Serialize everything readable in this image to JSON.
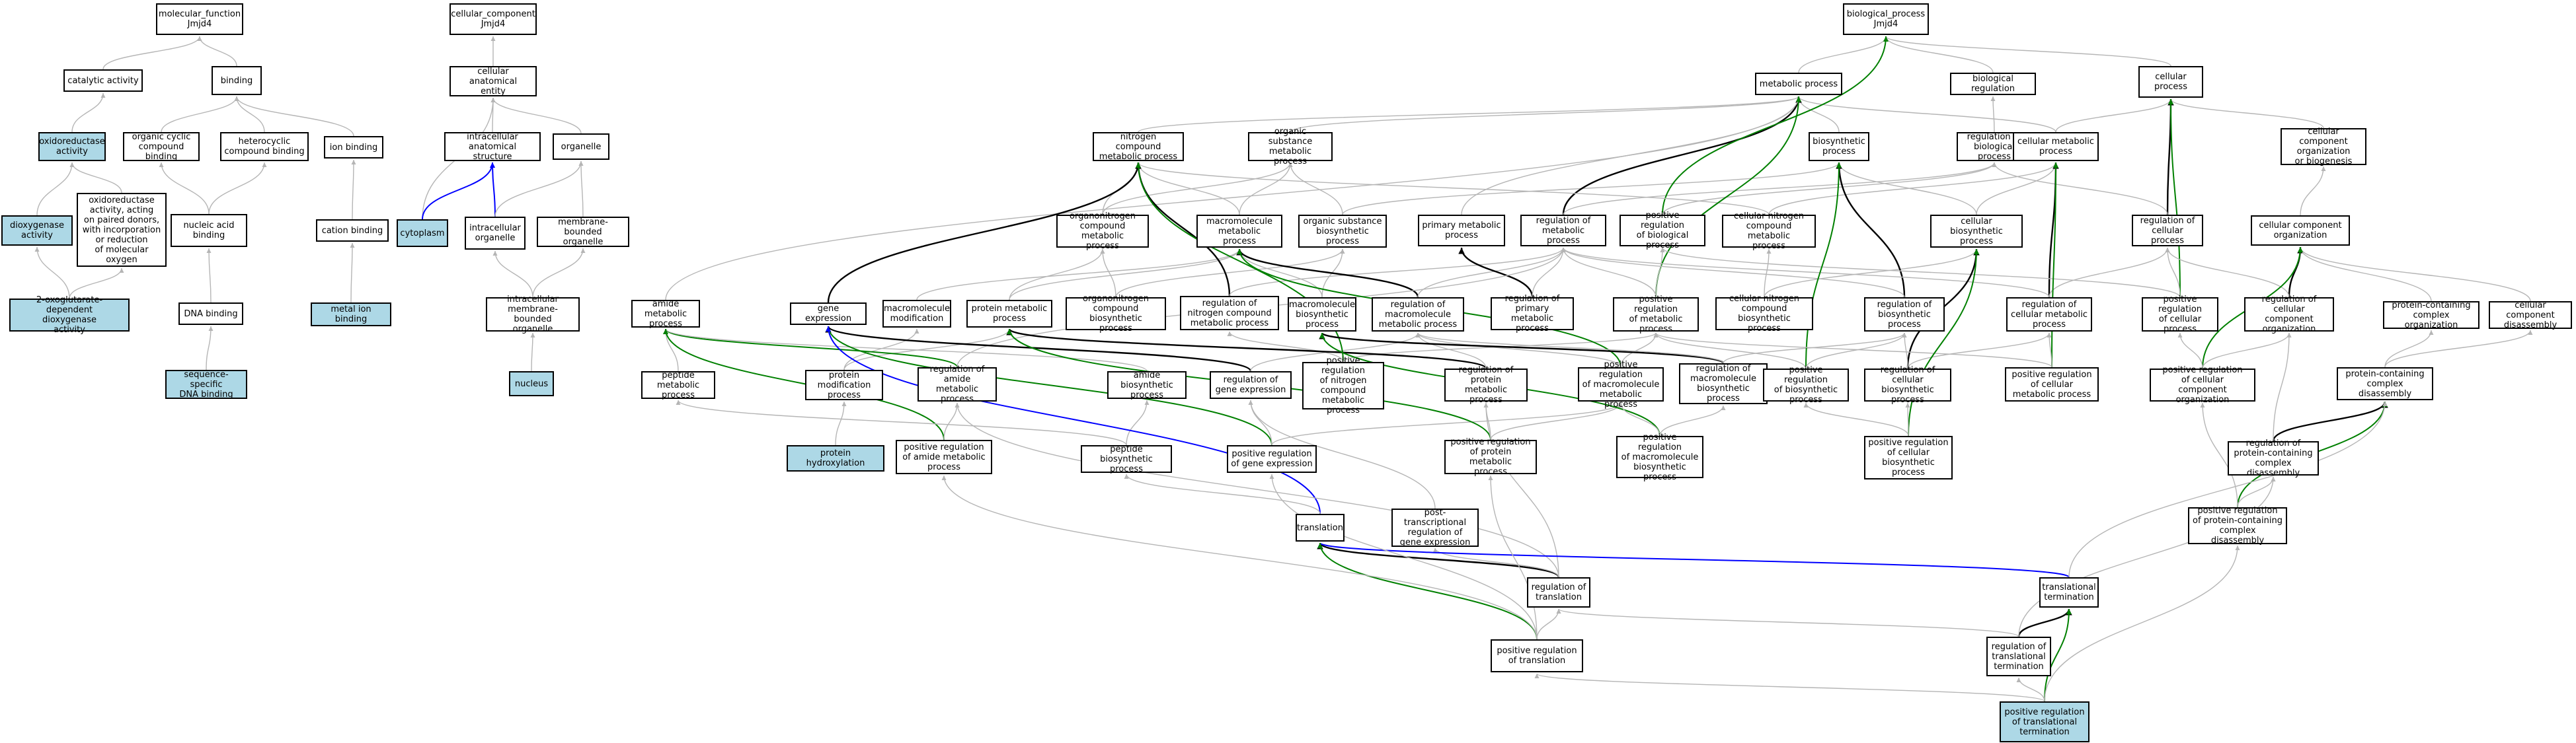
{
  "colors": {
    "highlight": "#add8e6",
    "is_a": "#b5b5b5",
    "part_of": "#0000ff",
    "regulates": "#000000",
    "positively_regulates": "#008000"
  },
  "nodes": {
    "n01": {
      "label": "molecular_function\nJmjd4"
    },
    "n02": {
      "label": "cellular_component\nJmjd4"
    },
    "n03": {
      "label": "biological_process\nJmjd4"
    },
    "n04": {
      "label": "catalytic activity"
    },
    "n05": {
      "label": "binding"
    },
    "n06": {
      "label": "cellular anatomical\nentity"
    },
    "n07": {
      "label": "metabolic process"
    },
    "n08": {
      "label": "biological regulation"
    },
    "n09": {
      "label": "cellular process"
    },
    "n10": {
      "label": "oxidoreductase\nactivity"
    },
    "n11": {
      "label": "organic cyclic\ncompound binding"
    },
    "n12": {
      "label": "heterocyclic\ncompound binding"
    },
    "n13": {
      "label": "ion binding"
    },
    "n14": {
      "label": "intracellular\nanatomical structure"
    },
    "n15": {
      "label": "organelle"
    },
    "n16": {
      "label": "nitrogen compound\nmetabolic process"
    },
    "n17": {
      "label": "organic substance\nmetabolic process"
    },
    "n18": {
      "label": "biosynthetic\nprocess"
    },
    "n19": {
      "label": "regulation of\nbiological process"
    },
    "n20": {
      "label": "cellular metabolic\nprocess"
    },
    "n21": {
      "label": "cellular component\norganization\nor biogenesis"
    },
    "n22": {
      "label": "dioxygenase\nactivity"
    },
    "n23": {
      "label": "oxidoreductase\nactivity, acting\non paired donors,\nwith incorporation\nor reduction\nof molecular\noxygen"
    },
    "n24": {
      "label": "nucleic acid\nbinding"
    },
    "n25": {
      "label": "cation binding"
    },
    "n26": {
      "label": "cytoplasm"
    },
    "n27": {
      "label": "intracellular\norganelle"
    },
    "n28": {
      "label": "membrane-bounded\norganelle"
    },
    "n29": {
      "label": "organonitrogen\ncompound metabolic\nprocess"
    },
    "n30": {
      "label": "macromolecule\nmetabolic process"
    },
    "n31": {
      "label": "organic substance\nbiosynthetic\nprocess"
    },
    "n32": {
      "label": "primary metabolic\nprocess"
    },
    "n33": {
      "label": "regulation of\nmetabolic process"
    },
    "n34": {
      "label": "positive regulation\nof biological\nprocess"
    },
    "n35": {
      "label": "cellular nitrogen\ncompound metabolic\nprocess"
    },
    "n36": {
      "label": "cellular biosynthetic\nprocess"
    },
    "n37": {
      "label": "regulation of\ncellular process"
    },
    "n38": {
      "label": "cellular component\norganization"
    },
    "n39": {
      "label": "2-oxoglutarate-dependent\ndioxygenase\nactivity"
    },
    "n40": {
      "label": "DNA binding"
    },
    "n41": {
      "label": "metal ion binding"
    },
    "n42": {
      "label": "intracellular\nmembrane-bounded\norganelle"
    },
    "n43": {
      "label": "amide metabolic\nprocess"
    },
    "n44": {
      "label": "gene expression"
    },
    "n45": {
      "label": "macromolecule\nmodification"
    },
    "n46": {
      "label": "protein metabolic\nprocess"
    },
    "n47": {
      "label": "organonitrogen\ncompound biosynthetic\nprocess"
    },
    "n48": {
      "label": "regulation of\nnitrogen compound\nmetabolic process"
    },
    "n49": {
      "label": "macromolecule\nbiosynthetic\nprocess"
    },
    "n50": {
      "label": "regulation of\nmacromolecule\nmetabolic process"
    },
    "n51": {
      "label": "regulation of\nprimary metabolic\nprocess"
    },
    "n52": {
      "label": "positive regulation\nof metabolic\nprocess"
    },
    "n53": {
      "label": "cellular nitrogen\ncompound biosynthetic\nprocess"
    },
    "n54": {
      "label": "regulation of\nbiosynthetic\nprocess"
    },
    "n55": {
      "label": "regulation of\ncellular metabolic\nprocess"
    },
    "n56": {
      "label": "positive regulation\nof cellular\nprocess"
    },
    "n57": {
      "label": "regulation of\ncellular component\norganization"
    },
    "n58": {
      "label": "protein-containing\ncomplex organization"
    },
    "n59": {
      "label": "cellular component\ndisassembly"
    },
    "n60": {
      "label": "sequence-specific\nDNA binding"
    },
    "n61": {
      "label": "nucleus"
    },
    "n62": {
      "label": "peptide metabolic\nprocess"
    },
    "n63": {
      "label": "protein modification\nprocess"
    },
    "n64": {
      "label": "regulation of\namide metabolic\nprocess"
    },
    "n65": {
      "label": "amide biosynthetic\nprocess"
    },
    "n66": {
      "label": "regulation of\ngene expression"
    },
    "n67": {
      "label": "positive regulation\nof nitrogen\ncompound metabolic\nprocess"
    },
    "n68": {
      "label": "regulation of\nprotein metabolic\nprocess"
    },
    "n69": {
      "label": "positive regulation\nof macromolecule\nmetabolic process"
    },
    "n70": {
      "label": "regulation of\nmacromolecule\nbiosynthetic\nprocess"
    },
    "n71": {
      "label": "positive regulation\nof biosynthetic\nprocess"
    },
    "n72": {
      "label": "regulation of\ncellular biosynthetic\nprocess"
    },
    "n73": {
      "label": "positive regulation\nof cellular\nmetabolic process"
    },
    "n74": {
      "label": "positive regulation\nof cellular\ncomponent organization"
    },
    "n75": {
      "label": "protein-containing\ncomplex disassembly"
    },
    "n76": {
      "label": "protein hydroxylation"
    },
    "n77": {
      "label": "positive regulation\nof amide metabolic\nprocess"
    },
    "n78": {
      "label": "peptide biosynthetic\nprocess"
    },
    "n79": {
      "label": "positive regulation\nof gene expression"
    },
    "n80": {
      "label": "positive regulation\nof protein metabolic\nprocess"
    },
    "n81": {
      "label": "positive regulation\nof macromolecule\nbiosynthetic\nprocess"
    },
    "n82": {
      "label": "positive regulation\nof cellular\nbiosynthetic\nprocess"
    },
    "n83": {
      "label": "regulation of\nprotein-containing\ncomplex disassembly"
    },
    "n84": {
      "label": "translation"
    },
    "n85": {
      "label": "post-transcriptional\nregulation of\ngene expression"
    },
    "n86": {
      "label": "positive regulation\nof protein-containing\ncomplex disassembly"
    },
    "n87": {
      "label": "regulation of\ntranslation"
    },
    "n88": {
      "label": "translational\ntermination"
    },
    "n89": {
      "label": "positive regulation\nof translation"
    },
    "n90": {
      "label": "regulation of\ntranslational\ntermination"
    },
    "n91": {
      "label": "positive regulation\nof translational\ntermination"
    }
  },
  "edges": [
    [
      "n04",
      "n01",
      "is_a"
    ],
    [
      "n05",
      "n01",
      "is_a"
    ],
    [
      "n06",
      "n02",
      "is_a"
    ],
    [
      "n07",
      "n03",
      "is_a"
    ],
    [
      "n08",
      "n03",
      "is_a"
    ],
    [
      "n09",
      "n03",
      "is_a"
    ],
    [
      "n10",
      "n04",
      "is_a"
    ],
    [
      "n11",
      "n05",
      "is_a"
    ],
    [
      "n12",
      "n05",
      "is_a"
    ],
    [
      "n13",
      "n05",
      "is_a"
    ],
    [
      "n14",
      "n06",
      "is_a"
    ],
    [
      "n15",
      "n06",
      "is_a"
    ],
    [
      "n16",
      "n07",
      "is_a"
    ],
    [
      "n17",
      "n07",
      "is_a"
    ],
    [
      "n18",
      "n07",
      "is_a"
    ],
    [
      "n19",
      "n08",
      "is_a"
    ],
    [
      "n20",
      "n07",
      "is_a"
    ],
    [
      "n20",
      "n09",
      "is_a"
    ],
    [
      "n21",
      "n09",
      "is_a"
    ],
    [
      "n22",
      "n10",
      "is_a"
    ],
    [
      "n23",
      "n10",
      "is_a"
    ],
    [
      "n24",
      "n11",
      "is_a"
    ],
    [
      "n24",
      "n12",
      "is_a"
    ],
    [
      "n25",
      "n13",
      "is_a"
    ],
    [
      "n26",
      "n06",
      "is_a"
    ],
    [
      "n26",
      "n14",
      "part_of"
    ],
    [
      "n27",
      "n14",
      "part_of"
    ],
    [
      "n27",
      "n15",
      "is_a"
    ],
    [
      "n28",
      "n15",
      "is_a"
    ],
    [
      "n29",
      "n16",
      "is_a"
    ],
    [
      "n29",
      "n17",
      "is_a"
    ],
    [
      "n30",
      "n16",
      "is_a"
    ],
    [
      "n30",
      "n17",
      "is_a"
    ],
    [
      "n31",
      "n17",
      "is_a"
    ],
    [
      "n31",
      "n18",
      "is_a"
    ],
    [
      "n32",
      "n07",
      "is_a"
    ],
    [
      "n33",
      "n07",
      "regulates"
    ],
    [
      "n33",
      "n19",
      "is_a"
    ],
    [
      "n34",
      "n03",
      "positively_regulates"
    ],
    [
      "n34",
      "n19",
      "is_a"
    ],
    [
      "n35",
      "n16",
      "is_a"
    ],
    [
      "n35",
      "n20",
      "is_a"
    ],
    [
      "n36",
      "n18",
      "is_a"
    ],
    [
      "n36",
      "n20",
      "is_a"
    ],
    [
      "n37",
      "n09",
      "regulates"
    ],
    [
      "n37",
      "n19",
      "is_a"
    ],
    [
      "n38",
      "n21",
      "is_a"
    ],
    [
      "n39",
      "n22",
      "is_a"
    ],
    [
      "n39",
      "n23",
      "is_a"
    ],
    [
      "n40",
      "n24",
      "is_a"
    ],
    [
      "n41",
      "n25",
      "is_a"
    ],
    [
      "n42",
      "n27",
      "is_a"
    ],
    [
      "n42",
      "n28",
      "is_a"
    ],
    [
      "n43",
      "n07",
      "is_a"
    ],
    [
      "n44",
      "n16",
      "regulates"
    ],
    [
      "n45",
      "n30",
      "is_a"
    ],
    [
      "n46",
      "n29",
      "is_a"
    ],
    [
      "n46",
      "n30",
      "is_a"
    ],
    [
      "n47",
      "n29",
      "is_a"
    ],
    [
      "n47",
      "n31",
      "is_a"
    ],
    [
      "n48",
      "n16",
      "regulates"
    ],
    [
      "n48",
      "n33",
      "is_a"
    ],
    [
      "n49",
      "n30",
      "is_a"
    ],
    [
      "n49",
      "n31",
      "is_a"
    ],
    [
      "n50",
      "n30",
      "regulates"
    ],
    [
      "n50",
      "n33",
      "is_a"
    ],
    [
      "n51",
      "n32",
      "regulates"
    ],
    [
      "n51",
      "n33",
      "is_a"
    ],
    [
      "n52",
      "n07",
      "positively_regulates"
    ],
    [
      "n52",
      "n33",
      "is_a"
    ],
    [
      "n52",
      "n34",
      "is_a"
    ],
    [
      "n53",
      "n35",
      "is_a"
    ],
    [
      "n53",
      "n36",
      "is_a"
    ],
    [
      "n54",
      "n18",
      "regulates"
    ],
    [
      "n54",
      "n33",
      "is_a"
    ],
    [
      "n55",
      "n20",
      "regulates"
    ],
    [
      "n55",
      "n33",
      "is_a"
    ],
    [
      "n55",
      "n37",
      "is_a"
    ],
    [
      "n56",
      "n09",
      "positively_regulates"
    ],
    [
      "n56",
      "n34",
      "is_a"
    ],
    [
      "n56",
      "n37",
      "is_a"
    ],
    [
      "n57",
      "n38",
      "regulates"
    ],
    [
      "n57",
      "n37",
      "is_a"
    ],
    [
      "n58",
      "n38",
      "is_a"
    ],
    [
      "n59",
      "n38",
      "is_a"
    ],
    [
      "n60",
      "n40",
      "is_a"
    ],
    [
      "n61",
      "n42",
      "is_a"
    ],
    [
      "n62",
      "n43",
      "is_a"
    ],
    [
      "n63",
      "n45",
      "is_a"
    ],
    [
      "n63",
      "n46",
      "is_a"
    ],
    [
      "n64",
      "n43",
      "positively_regulates"
    ],
    [
      "n64",
      "n33",
      "is_a"
    ],
    [
      "n65",
      "n43",
      "is_a"
    ],
    [
      "n66",
      "n44",
      "regulates"
    ],
    [
      "n66",
      "n50",
      "is_a"
    ],
    [
      "n67",
      "n16",
      "positively_regulates"
    ],
    [
      "n67",
      "n48",
      "is_a"
    ],
    [
      "n67",
      "n52",
      "is_a"
    ],
    [
      "n68",
      "n46",
      "regulates"
    ],
    [
      "n68",
      "n50",
      "is_a"
    ],
    [
      "n69",
      "n30",
      "positively_regulates"
    ],
    [
      "n69",
      "n50",
      "is_a"
    ],
    [
      "n69",
      "n52",
      "is_a"
    ],
    [
      "n70",
      "n49",
      "regulates"
    ],
    [
      "n70",
      "n50",
      "is_a"
    ],
    [
      "n70",
      "n54",
      "is_a"
    ],
    [
      "n71",
      "n18",
      "positively_regulates"
    ],
    [
      "n71",
      "n52",
      "is_a"
    ],
    [
      "n71",
      "n54",
      "is_a"
    ],
    [
      "n72",
      "n36",
      "regulates"
    ],
    [
      "n72",
      "n54",
      "is_a"
    ],
    [
      "n72",
      "n55",
      "is_a"
    ],
    [
      "n73",
      "n20",
      "positively_regulates"
    ],
    [
      "n73",
      "n52",
      "is_a"
    ],
    [
      "n73",
      "n55",
      "is_a"
    ],
    [
      "n74",
      "n38",
      "positively_regulates"
    ],
    [
      "n74",
      "n56",
      "is_a"
    ],
    [
      "n74",
      "n57",
      "is_a"
    ],
    [
      "n75",
      "n58",
      "is_a"
    ],
    [
      "n75",
      "n59",
      "is_a"
    ],
    [
      "n76",
      "n63",
      "is_a"
    ],
    [
      "n77",
      "n43",
      "positively_regulates"
    ],
    [
      "n77",
      "n64",
      "is_a"
    ],
    [
      "n78",
      "n62",
      "is_a"
    ],
    [
      "n78",
      "n65",
      "is_a"
    ],
    [
      "n79",
      "n44",
      "positively_regulates"
    ],
    [
      "n79",
      "n66",
      "is_a"
    ],
    [
      "n79",
      "n69",
      "is_a"
    ],
    [
      "n80",
      "n46",
      "positively_regulates"
    ],
    [
      "n80",
      "n68",
      "is_a"
    ],
    [
      "n80",
      "n69",
      "is_a"
    ],
    [
      "n81",
      "n49",
      "positively_regulates"
    ],
    [
      "n81",
      "n70",
      "is_a"
    ],
    [
      "n81",
      "n69",
      "is_a"
    ],
    [
      "n82",
      "n36",
      "positively_regulates"
    ],
    [
      "n82",
      "n72",
      "is_a"
    ],
    [
      "n82",
      "n71",
      "is_a"
    ],
    [
      "n83",
      "n75",
      "regulates"
    ],
    [
      "n83",
      "n57",
      "is_a"
    ],
    [
      "n84",
      "n44",
      "part_of"
    ],
    [
      "n84",
      "n78",
      "is_a"
    ],
    [
      "n85",
      "n66",
      "is_a"
    ],
    [
      "n86",
      "n75",
      "positively_regulates"
    ],
    [
      "n86",
      "n83",
      "is_a"
    ],
    [
      "n86",
      "n74",
      "is_a"
    ],
    [
      "n87",
      "n84",
      "regulates"
    ],
    [
      "n87",
      "n68",
      "is_a"
    ],
    [
      "n87",
      "n85",
      "is_a"
    ],
    [
      "n87",
      "n64",
      "is_a"
    ],
    [
      "n88",
      "n84",
      "part_of"
    ],
    [
      "n88",
      "n75",
      "is_a"
    ],
    [
      "n89",
      "n84",
      "positively_regulates"
    ],
    [
      "n89",
      "n87",
      "is_a"
    ],
    [
      "n89",
      "n80",
      "is_a"
    ],
    [
      "n89",
      "n79",
      "is_a"
    ],
    [
      "n89",
      "n77",
      "is_a"
    ],
    [
      "n90",
      "n88",
      "regulates"
    ],
    [
      "n90",
      "n87",
      "is_a"
    ],
    [
      "n90",
      "n83",
      "is_a"
    ],
    [
      "n91",
      "n88",
      "positively_regulates"
    ],
    [
      "n91",
      "n90",
      "is_a"
    ],
    [
      "n91",
      "n89",
      "is_a"
    ],
    [
      "n91",
      "n86",
      "is_a"
    ]
  ]
}
